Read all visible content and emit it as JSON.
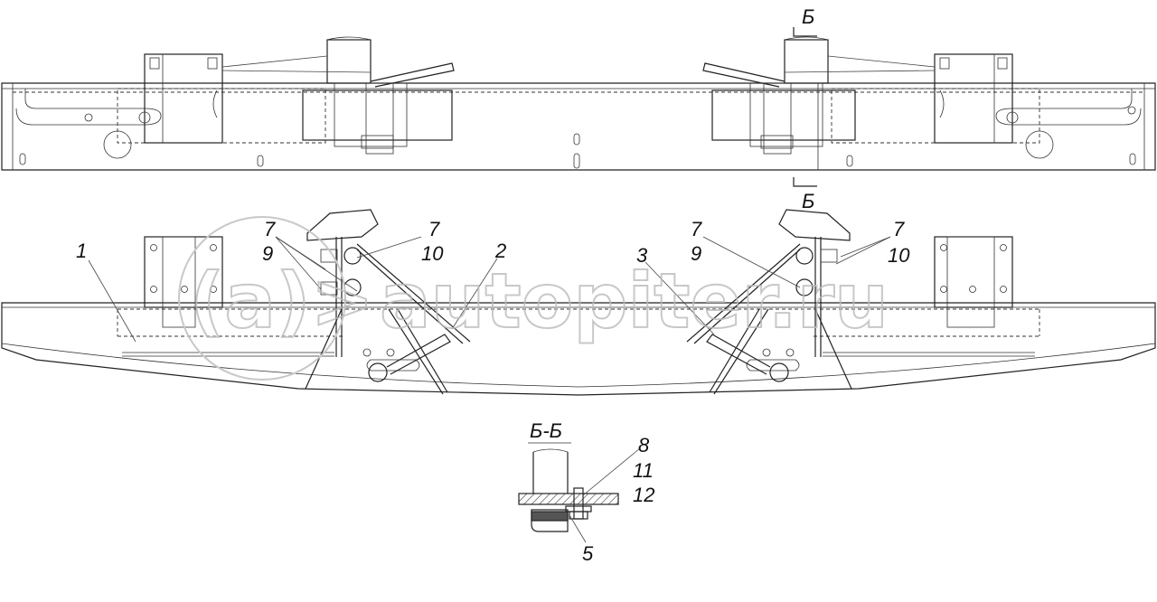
{
  "section_marks": {
    "top": "Б",
    "bottom": "Б",
    "section_title": "Б-Б"
  },
  "callouts": [
    {
      "id": "c1",
      "text": "1"
    },
    {
      "id": "c7a",
      "text": "7"
    },
    {
      "id": "c9a",
      "text": "9"
    },
    {
      "id": "c7b",
      "text": "7"
    },
    {
      "id": "c10a",
      "text": "10"
    },
    {
      "id": "c2",
      "text": "2"
    },
    {
      "id": "c3",
      "text": "3"
    },
    {
      "id": "c7c",
      "text": "7"
    },
    {
      "id": "c9b",
      "text": "9"
    },
    {
      "id": "c7d",
      "text": "7"
    },
    {
      "id": "c10b",
      "text": "10"
    },
    {
      "id": "c8",
      "text": "8"
    },
    {
      "id": "c11",
      "text": "11"
    },
    {
      "id": "c12",
      "text": "12"
    },
    {
      "id": "c5",
      "text": "5"
    }
  ],
  "watermark": {
    "logo_mark": "(a)>",
    "text": "autopiter.ru"
  }
}
